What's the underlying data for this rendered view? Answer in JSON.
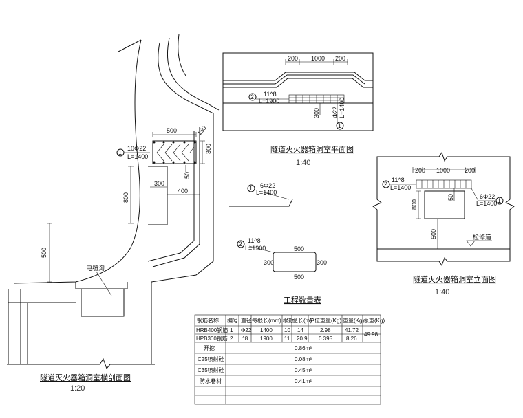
{
  "cross_section": {
    "title": "隧道灭火器箱洞室横剖面图",
    "scale": "1:20",
    "label_1_count": "10Φ22",
    "label_1_len": "L=1400",
    "marker_1": "1",
    "dims": {
      "d500": "500",
      "d150": "150",
      "d300a": "300",
      "d50": "50",
      "d300b": "300",
      "d400": "400",
      "d800": "800",
      "d500b": "500"
    },
    "cable_trench": "电缆沟"
  },
  "plan": {
    "title": "隧道灭火器箱洞室平面图",
    "scale": "1:40",
    "dims": {
      "d200a": "200",
      "d1000": "1000",
      "d200b": "200",
      "d300": "300"
    },
    "label_2_count": "11^8",
    "label_2_len": "L=1900",
    "marker_2": "2",
    "label_1_count": "Φ22",
    "label_1_len": "L=1400",
    "marker_1": "1"
  },
  "detail_1": {
    "marker": "1",
    "count": "6Φ22",
    "len": "L=1400"
  },
  "detail_2": {
    "marker": "2",
    "count": "11^8",
    "len": "L=1900",
    "d500a": "500",
    "d500b": "500",
    "d300a": "300",
    "d300b": "300"
  },
  "elevation": {
    "title": "隧道灭火器箱洞室立面图",
    "scale": "1:40",
    "dims": {
      "d200a": "200",
      "d1000": "1000",
      "d200b": "200",
      "d50": "50",
      "d800": "800",
      "d500": "500"
    },
    "label_2_count": "11^8",
    "label_2_len": "L=1400",
    "marker_2": "2",
    "label_1_count": "6Φ22",
    "label_1_len": "L=1400",
    "marker_1": "1",
    "walkway": "检修道"
  },
  "quantity_table": {
    "title": "工程数量表",
    "headers": [
      "钢筋名称",
      "编号",
      "直径",
      "每根长(mm)",
      "根数",
      "总长(m)",
      "单位重量(Kg)",
      "重量(Kg)",
      "总重(Kg)"
    ],
    "rows": [
      [
        "HRB400钢筋",
        "1",
        "Φ22",
        "1400",
        "10",
        "14",
        "2.98",
        "41.72"
      ],
      [
        "HPB300钢筋",
        "2",
        "^8",
        "1900",
        "11",
        "20.9",
        "0.395",
        "8.26"
      ]
    ],
    "total_weight": "49.98",
    "materials": [
      {
        "name": "开挖",
        "value": "0.86m³"
      },
      {
        "name": "C25喷射砼",
        "value": "0.08m³"
      },
      {
        "name": "C35喷射砼",
        "value": "0.45m³"
      },
      {
        "name": "防水卷材",
        "value": "0.41m²"
      }
    ]
  }
}
